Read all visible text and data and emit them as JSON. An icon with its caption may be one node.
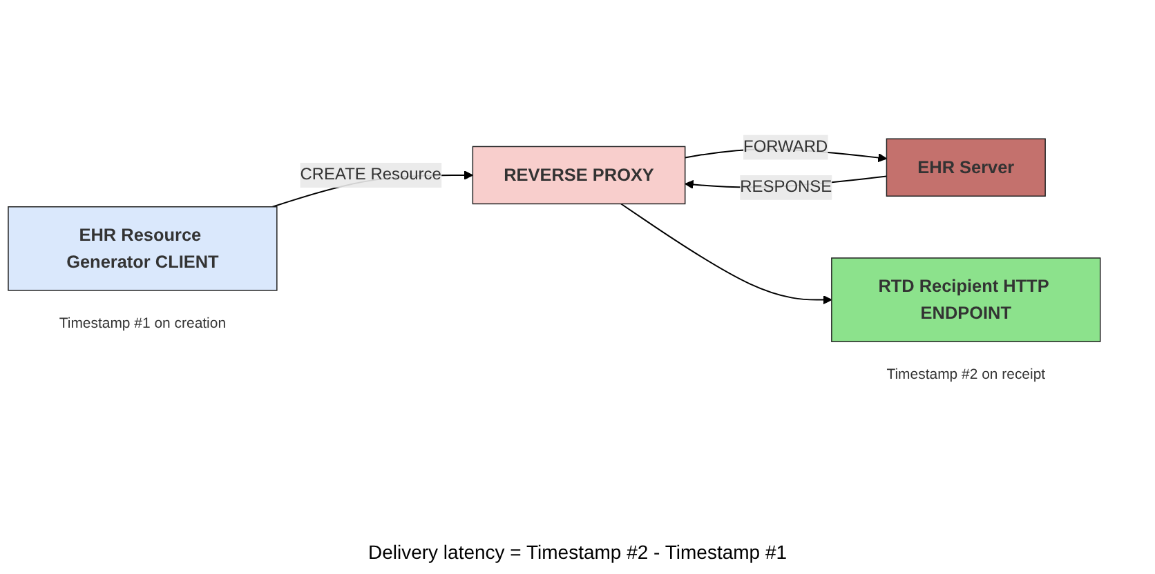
{
  "diagram": {
    "nodes": [
      {
        "text": [
          "REVERSE PROXY"
        ]
      },
      {
        "text": [
          "EHR Resource Generator CLIENT"
        ],
        "beside": [
          "Timestamp #1 on creation"
        ]
      },
      {
        "text": [
          "EHR Server"
        ]
      },
      {
        "text": [
          "RTD Recipient HTTP ENDPOINT"
        ],
        "beside": [
          "Timestamp #2 on receipt"
        ]
      }
    ],
    "edges": [
      {
        "from": 1,
        "to": 0,
        "arrow": "to",
        "label": "CREATE Resource"
      },
      {
        "from": 0,
        "to": 2,
        "arrow": "to",
        "label": "FORWARD"
      },
      {
        "from": 2,
        "to": 0,
        "arrow": "to",
        "label": "RESPONSE"
      },
      {
        "from": 0,
        "to": 3,
        "arrow": "to"
      }
    ],
    "labels": [
      "Delivery latency = Timestamp #2 - Timestamp #1"
    ]
  }
}
